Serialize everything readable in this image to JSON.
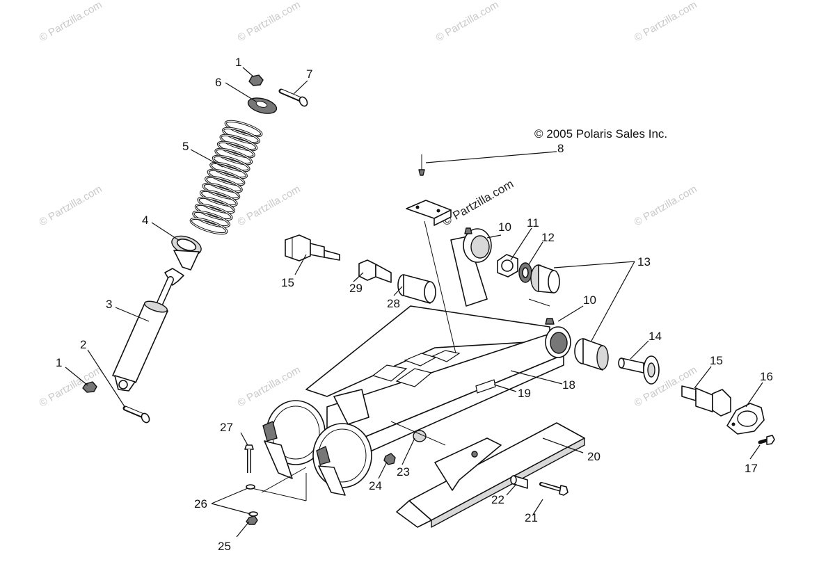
{
  "copyright": "© 2005 Polaris Sales Inc.",
  "watermark": "© Partzilla.com",
  "callouts": [
    "1",
    "7",
    "6",
    "5",
    "8",
    "4",
    "3",
    "2",
    "1",
    "15",
    "10",
    "11",
    "12",
    "13",
    "29",
    "28",
    "10",
    "14",
    "15",
    "16",
    "18",
    "19",
    "20",
    "17",
    "27",
    "24",
    "23",
    "26",
    "22",
    "21",
    "25"
  ]
}
